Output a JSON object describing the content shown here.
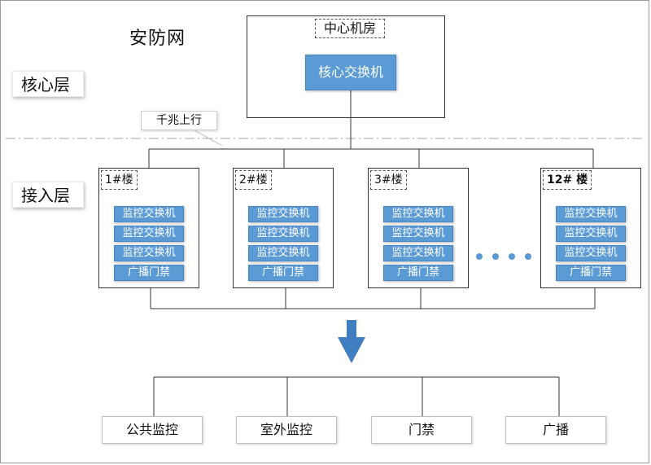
{
  "title": "安防网",
  "layers": {
    "core": "核心层",
    "access": "接入层"
  },
  "center_room": {
    "label": "中心机房",
    "core_switch": "核心交换机"
  },
  "uplink_callout": "千兆上行",
  "buildings": [
    {
      "label": "1#楼",
      "devices": [
        "监控交换机",
        "监控交换机",
        "监控交换机",
        "广播门禁"
      ]
    },
    {
      "label": "2#楼",
      "devices": [
        "监控交换机",
        "监控交换机",
        "监控交换机",
        "广播门禁"
      ]
    },
    {
      "label": "3#楼",
      "devices": [
        "监控交换机",
        "监控交换机",
        "监控交换机",
        "广播门禁"
      ]
    },
    {
      "label": "12# 楼",
      "devices": [
        "监控交换机",
        "监控交换机",
        "监控交换机",
        "广播门禁"
      ]
    }
  ],
  "subsystems": [
    "公共监控",
    "室外监控",
    "门禁",
    "广播"
  ],
  "colors": {
    "device_fill": "#5b9bd5",
    "arrow": "#3f7fc0",
    "divider": "#a6a6a6"
  }
}
